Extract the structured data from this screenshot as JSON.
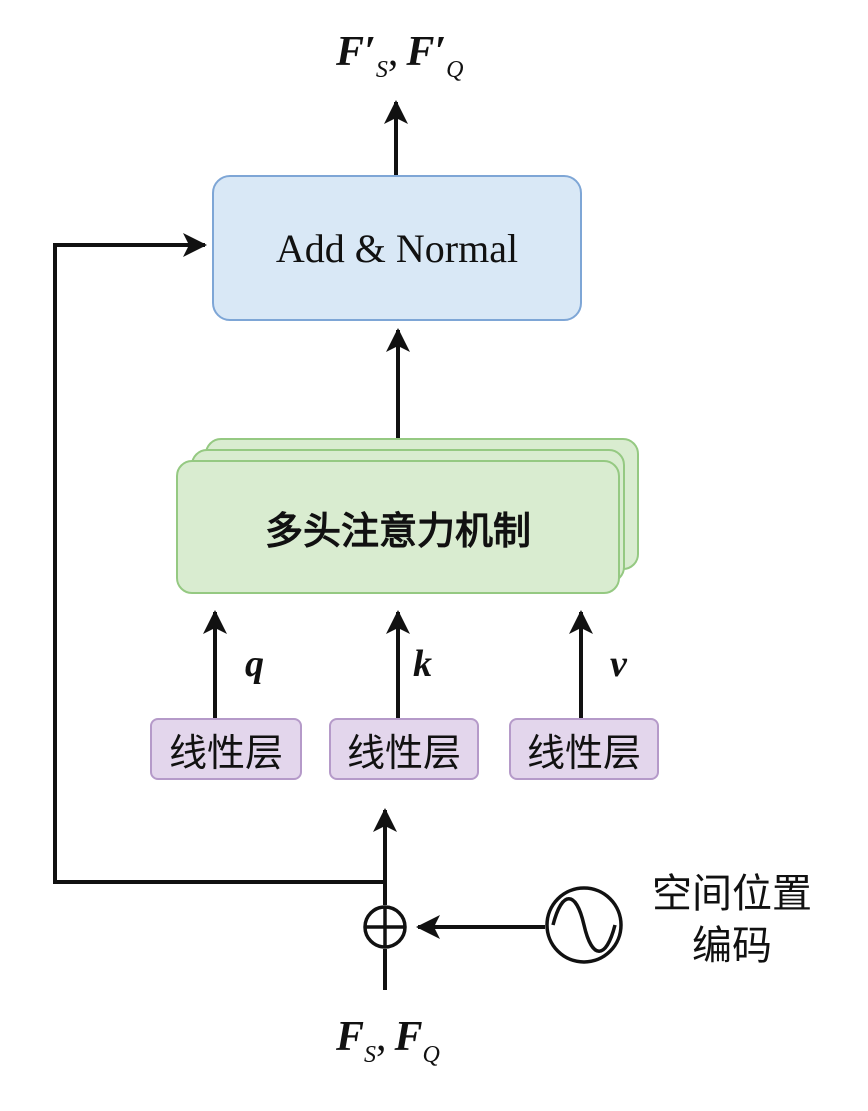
{
  "output": {
    "f1": "F",
    "prime1": "′",
    "sub1": "S",
    "sep": ",",
    "f2": "F",
    "prime2": "′",
    "sub2": "Q"
  },
  "add_normal": {
    "label": "Add & Normal"
  },
  "attention": {
    "label": "多头注意力机制"
  },
  "projections": [
    {
      "input": "q",
      "layer": "线性层"
    },
    {
      "input": "k",
      "layer": "线性层"
    },
    {
      "input": "v",
      "layer": "线性层"
    }
  ],
  "positional_encoding": {
    "line1": "空间位置",
    "line2": "编码"
  },
  "input": {
    "f1": "F",
    "sub1": "S",
    "sep": ",",
    "f2": "F",
    "sub2": "Q"
  }
}
